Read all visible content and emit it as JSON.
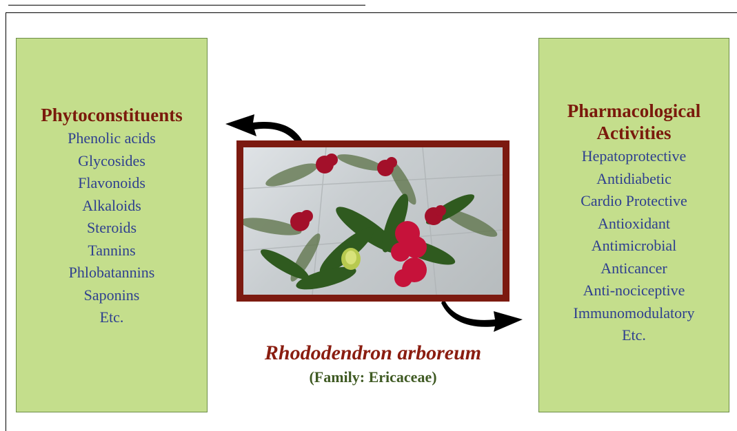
{
  "phytoconstituents": {
    "title": "Phytoconstituents",
    "items": [
      "Phenolic acids",
      "Glycosides",
      "Flavonoids",
      "Alkaloids",
      "Steroids",
      "Tannins",
      "Phlobatannins",
      "Saponins",
      "Etc."
    ]
  },
  "pharmacological": {
    "title_line1": "Pharmacological",
    "title_line2": "Activities",
    "items": [
      "Hepatoprotective",
      "Antidiabetic",
      "Cardio Protective",
      "Antioxidant",
      "Antimicrobial",
      "Anticancer",
      "Anti-nociceptive",
      "Immunomodulatory",
      "Etc."
    ]
  },
  "plant": {
    "species_name": "Rhododendron arboreum",
    "family": "(Family: Ericaceae)"
  },
  "colors": {
    "panel_fill": "#c4de8c",
    "title_red": "#7a1a0c",
    "item_blue": "#2e3f8f",
    "family_green": "#3f5a23",
    "photo_border": "#7c1a10"
  }
}
